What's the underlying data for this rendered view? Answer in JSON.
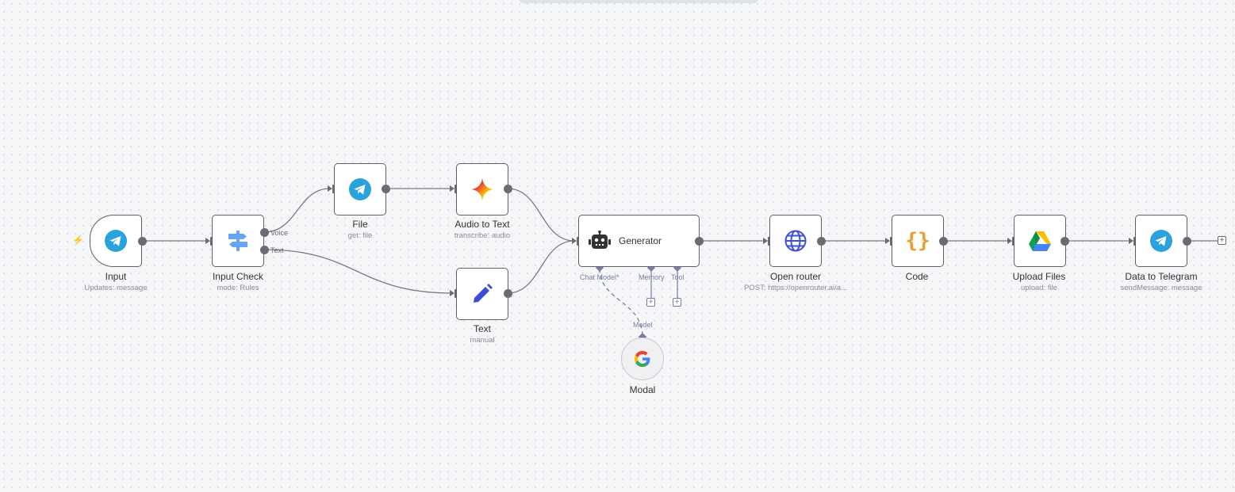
{
  "workflow": {
    "nodes": {
      "input": {
        "name": "Input",
        "subtitle": "Updates: message",
        "icon": "telegram-icon",
        "trigger_icon": "⚡"
      },
      "input_check": {
        "name": "Input Check",
        "subtitle": "mode: Rules",
        "icon": "signpost-icon",
        "outputs": [
          "Voice",
          "Text"
        ]
      },
      "file": {
        "name": "File",
        "subtitle": "get: file",
        "icon": "telegram-icon"
      },
      "audio_to_text": {
        "name": "Audio to Text",
        "subtitle": "transcribe: audio",
        "icon": "gemini-sparkle-icon"
      },
      "text": {
        "name": "Text",
        "subtitle": "manual",
        "icon": "pencil-icon"
      },
      "generator": {
        "name": "Generator",
        "icon": "robot-icon",
        "sub_ports": {
          "chat_model": "Chat Model*",
          "memory": "Memory",
          "tool": "Tool"
        }
      },
      "modal": {
        "name": "Modal",
        "icon": "google-g-icon",
        "port_label": "Model"
      },
      "open_router": {
        "name": "Open router",
        "subtitle": "POST: https://openrouter.ai/a...",
        "icon": "globe-icon"
      },
      "code": {
        "name": "Code",
        "icon": "code-braces-icon",
        "glyph": "{}"
      },
      "upload_files": {
        "name": "Upload Files",
        "subtitle": "upload: file",
        "icon": "google-drive-icon"
      },
      "data_to_telegram": {
        "name": "Data to Telegram",
        "subtitle": "sendMessage: message",
        "icon": "telegram-icon"
      }
    },
    "add_glyph": "+"
  },
  "colors": {
    "canvas": "#f5f6f8",
    "connection": "#7a7a80",
    "port": "#6b6b73",
    "sub_connection": "#7b7ba8",
    "telegram": "#2aa3dd",
    "signpost": "#65a6f2",
    "pencil": "#3d4bdb",
    "globe": "#3f4fd8",
    "code": "#f29b2b",
    "trigger_bolt": "#ff6d5a"
  }
}
